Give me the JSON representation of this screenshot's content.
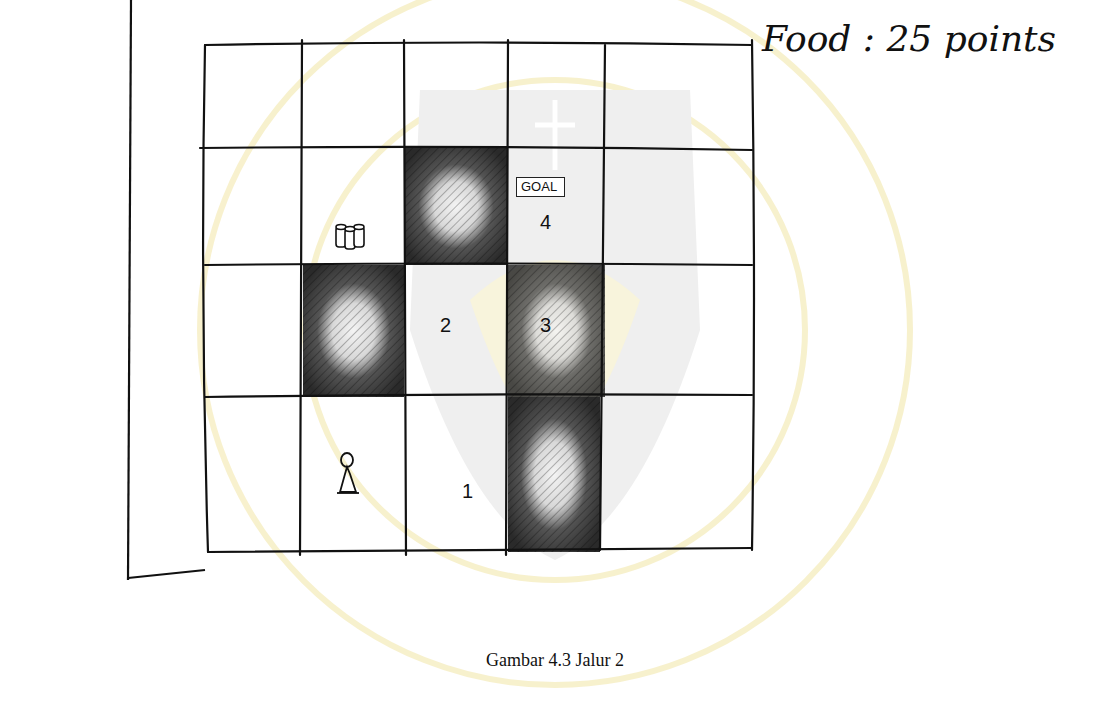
{
  "diagram": {
    "caption": "Gambar 4.3 Jalur 2",
    "nodes": [
      {
        "text": [
          "GOAL"
        ]
      }
    ],
    "labels": [
      "Food : 25 points",
      "1",
      "2",
      "3",
      "4"
    ]
  }
}
